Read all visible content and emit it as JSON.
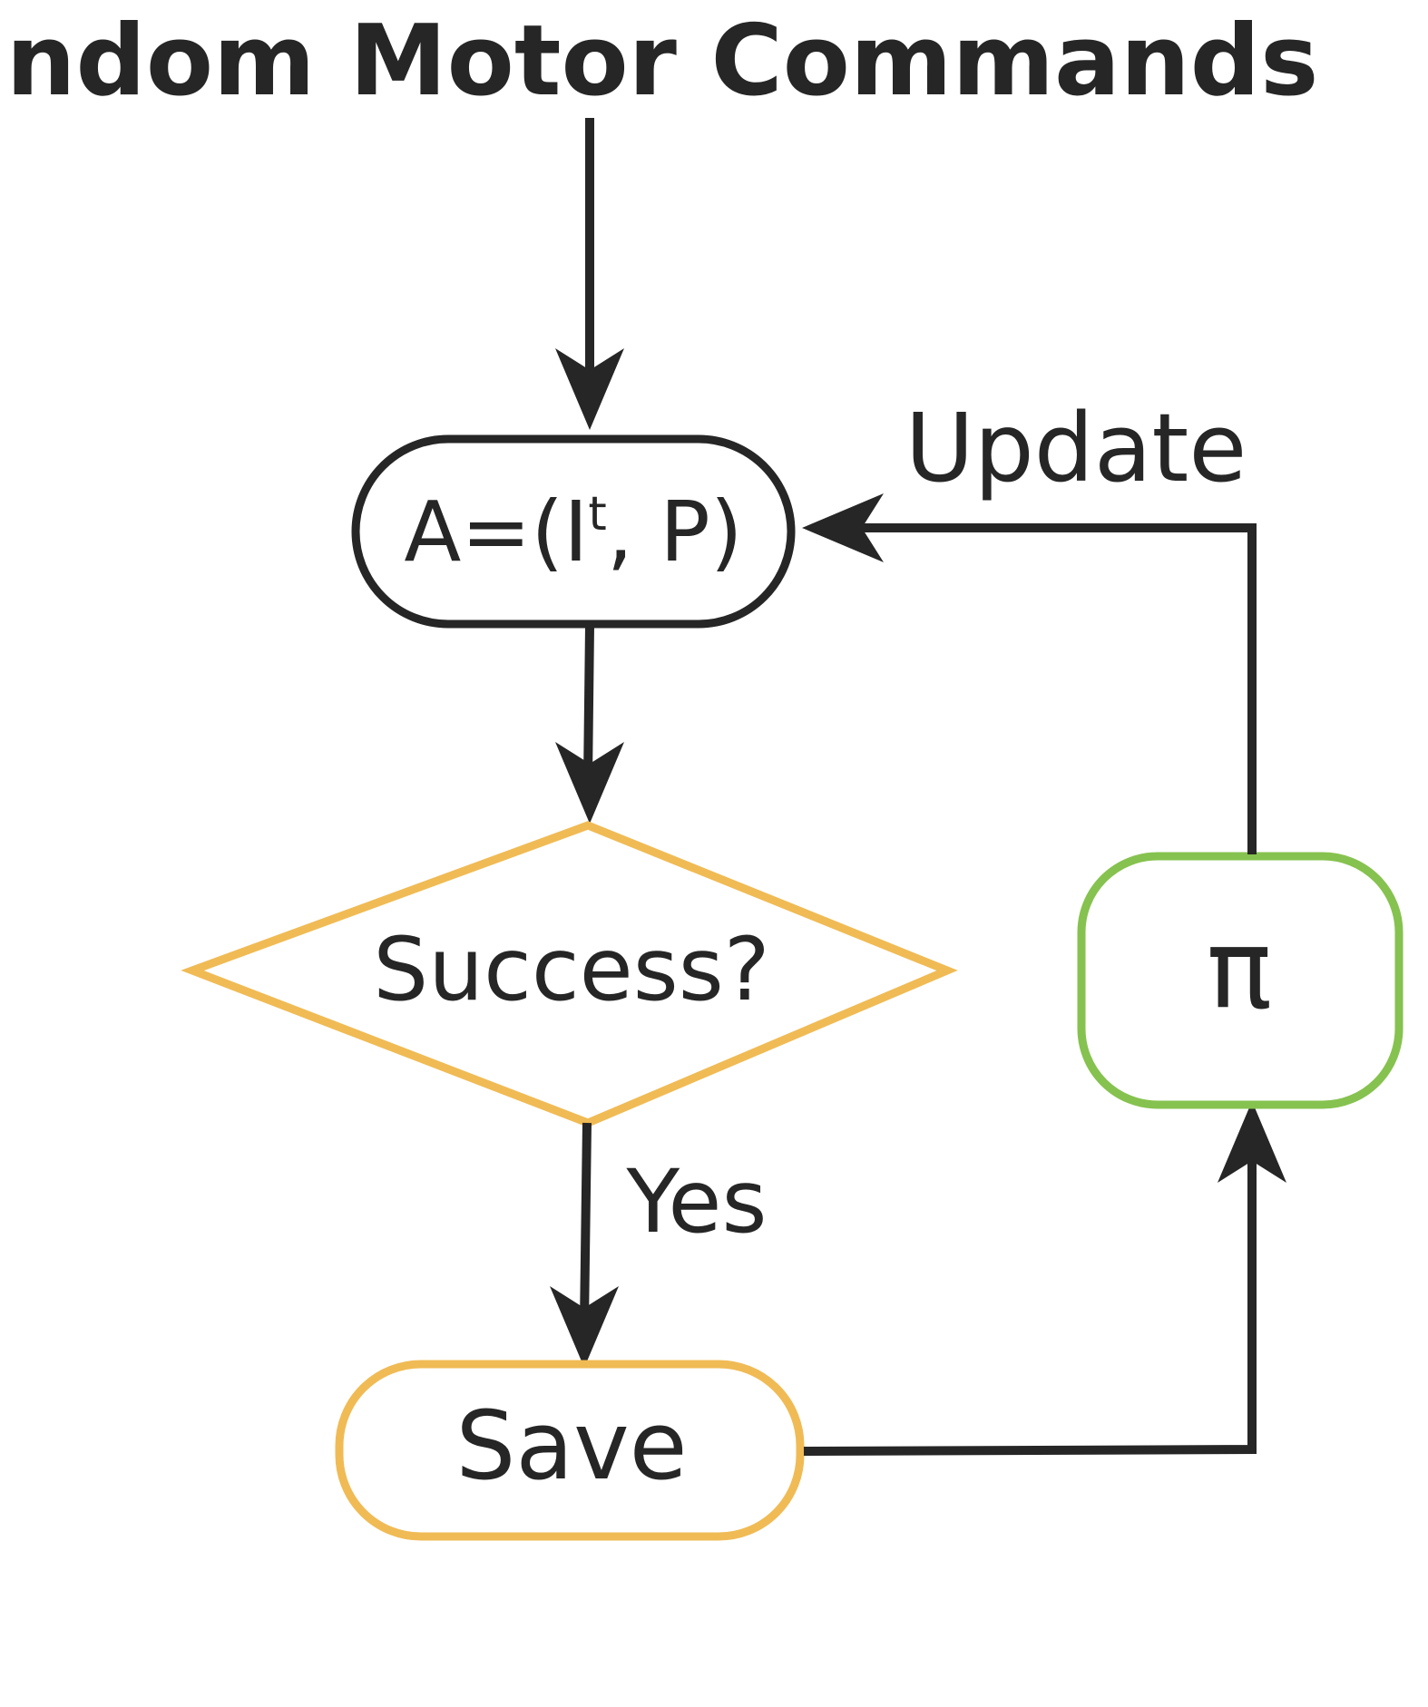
{
  "diagram": {
    "title": "Random Motor Commands",
    "state_node": {
      "prefix": "A=(I",
      "superscript": "t",
      "suffix": ", P)"
    },
    "decision_node": {
      "label": "Success?"
    },
    "save_node": {
      "label": "Save"
    },
    "policy_node": {
      "label": "π"
    },
    "edges": {
      "yes_label": "Yes",
      "update_label": "Update"
    },
    "colors": {
      "ink": "#262626",
      "decision_border": "#F0BB55",
      "save_border": "#F0BB55",
      "policy_border": "#86C24F"
    }
  }
}
